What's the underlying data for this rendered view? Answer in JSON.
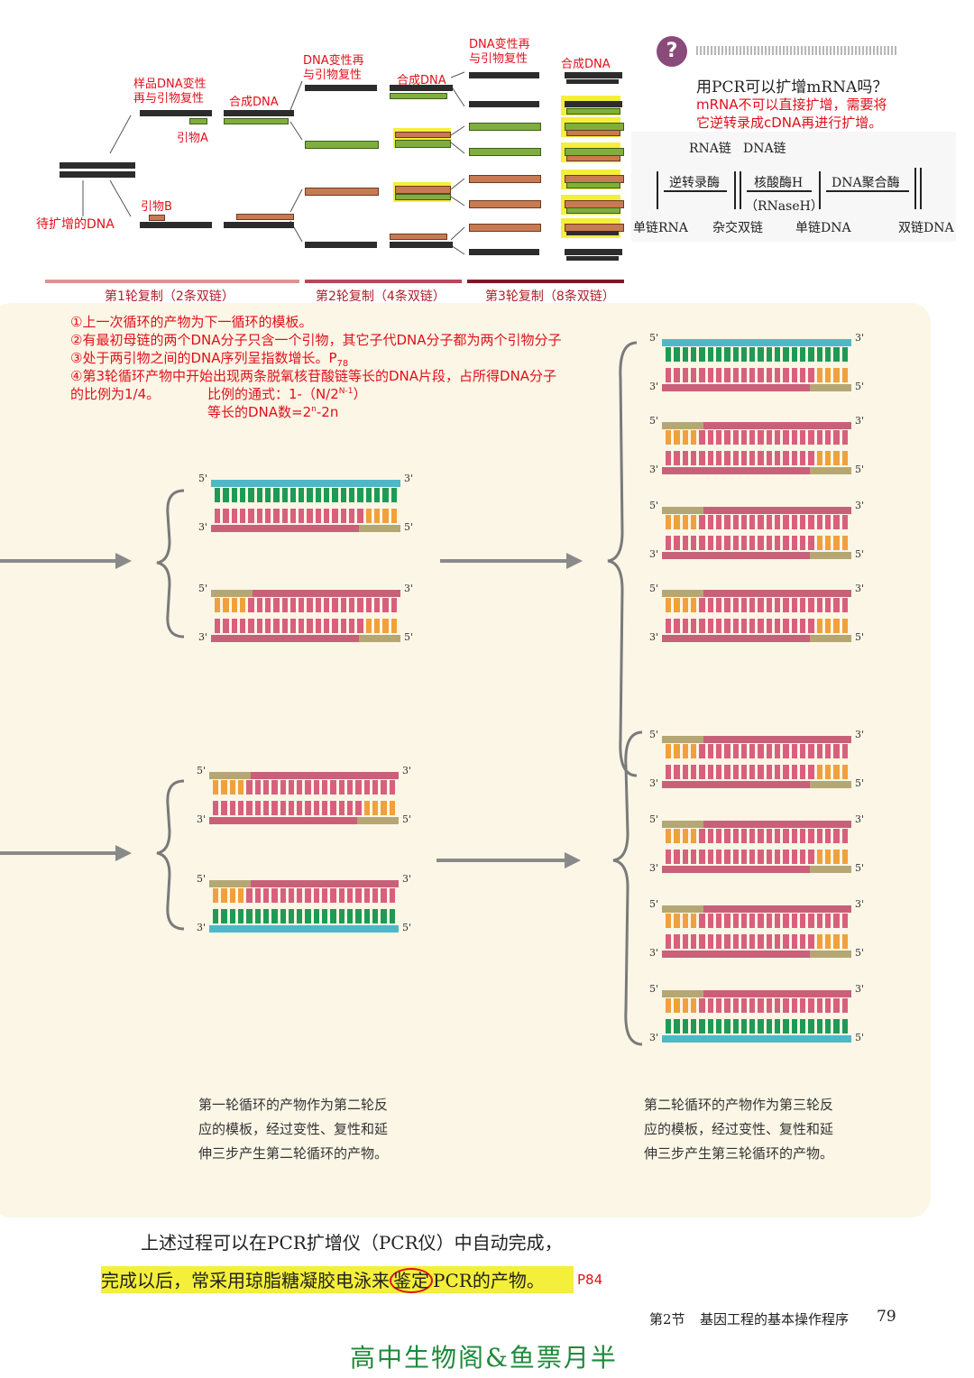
{
  "pcr_tree": {
    "label_template": "待扩增的DNA",
    "label_step1": [
      "样品DNA变性",
      "再与引物复性"
    ],
    "label_synth1": "合成DNA",
    "label_primerA": "引物A",
    "label_primerB": "引物B",
    "label_step2": [
      "DNA变性再",
      "与引物复性"
    ],
    "label_synth2": "合成DNA",
    "label_step3": [
      "DNA变性再",
      "与引物复性"
    ],
    "label_synth3": "合成DNA",
    "legend": [
      "第1轮复制（2条双链）",
      "第2轮复制（4条双链）",
      "第3轮复制（8条双链）"
    ]
  },
  "question_panel": {
    "question": "用PCR可以扩增mRNA吗？",
    "answer_lines": [
      "mRNA不可以直接扩增，需要将",
      "它逆转录成cDNA再进行扩增。"
    ],
    "flow": {
      "top_labels": [
        "RNA链",
        "DNA链"
      ],
      "steps": [
        "逆转录酶",
        "核酸酶H",
        "（RNaseH）",
        "DNA聚合酶"
      ],
      "bottom_labels": [
        "单链RNA",
        "杂交双链",
        "单链DNA",
        "双链DNA"
      ]
    }
  },
  "notes": {
    "line1": "①上一次循环的产物为下一循环的模板。",
    "line2": "②有最初母链的两个DNA分子只含一个引物，其它子代DNA分子都为两个引物分子",
    "line3": "③处于两引物之间的DNA序列呈指数增长。P",
    "line3_sub": "78",
    "line4": "④第3轮循环产物中开始出现两条脱氧核苷酸链等长的DNA片段，占所得DNA分子",
    "line5a": "的比例为1/4。",
    "line5b": "比例的通式：1-（N/2",
    "line5b_sup": "N-1",
    "line5b_end": "）",
    "line6": "等长的DNA数=2",
    "line6_sup": "n",
    "line6_end": "-2n"
  },
  "strand_ends": {
    "five": "5'",
    "three": "3'"
  },
  "captions": {
    "left": [
      "第一轮循环的产物作为第二轮反",
      "应的模板，经过变性、复性和延",
      "伸三步产生第二轮循环的产物。"
    ],
    "right": [
      "第二轮循环的产物作为第三轮反",
      "应的模板，经过变性、复性和延",
      "伸三步产生第三轮循环的产物。"
    ]
  },
  "body": {
    "line1": "上述过程可以在PCR扩增仪（PCR仪）中自动完成，",
    "line2_pre": "完成以后，常采用琼脂糖凝胶电泳来",
    "line2_circled": "鉴定",
    "line2_post": "PCR的产物。",
    "page_ref": "P84"
  },
  "footer": {
    "section": "第2节",
    "title": "基因工程的基本操作程序",
    "page": "79"
  },
  "watermark": "高中生物阁&鱼票月半",
  "colors": {
    "highlight": "#f4ef3a",
    "annotation": "#e0101a",
    "box": "#fbf6e6",
    "watermark": "#1e8a3a"
  }
}
